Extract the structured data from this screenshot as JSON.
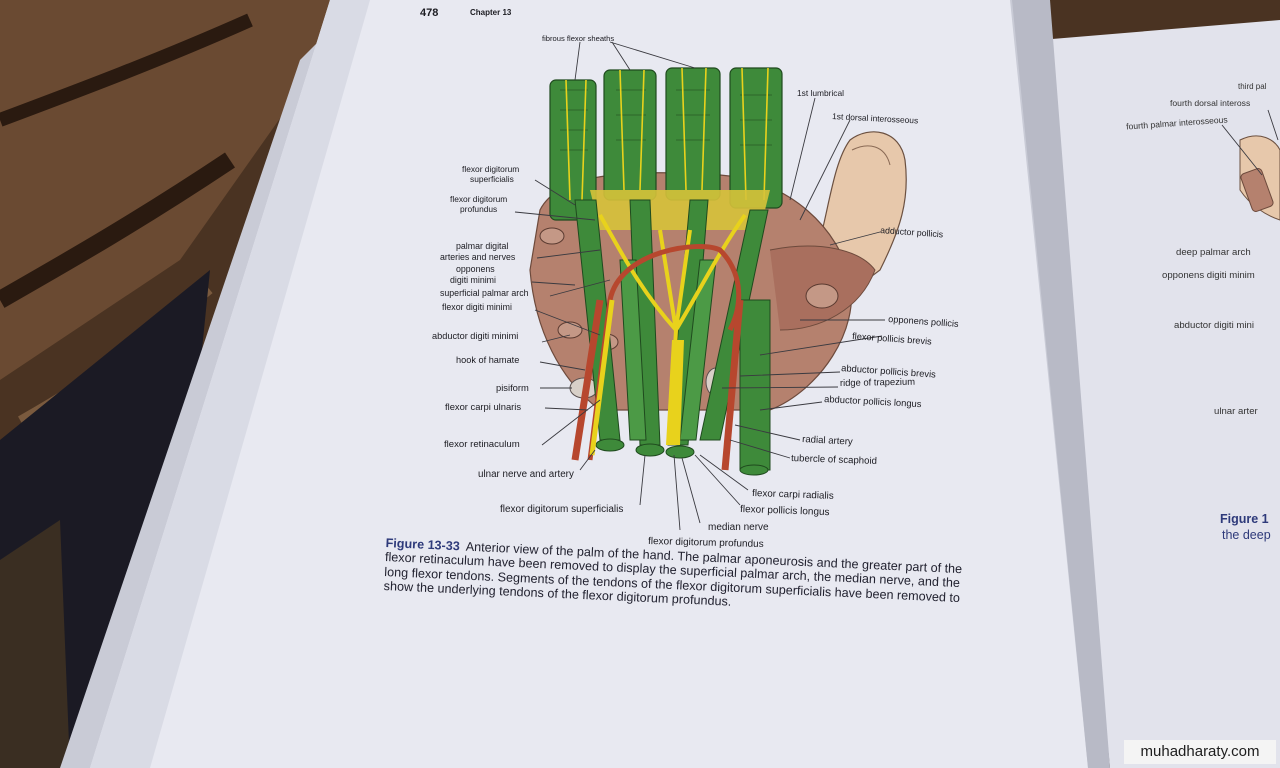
{
  "page": {
    "number": "478",
    "chapter": "Chapter 13"
  },
  "figure": {
    "labels": {
      "fibrous_flexor_sheaths": "fibrous flexor sheaths",
      "first_lumbrical": "1st lumbrical",
      "first_dorsal_interosseous": "1st dorsal interosseous",
      "fds_1": "flexor digitorum",
      "fds_2": "superficialis",
      "fdp_1": "flexor digitorum",
      "fdp_2": "profundus",
      "abductor_pollicis": "adductor pollicis",
      "palmar_digital_1": "palmar digital",
      "palmar_digital_2": "arteries and nerves",
      "opponens_dm_1": "opponens",
      "opponens_dm_2": "digiti minimi",
      "superficial_palmar_arch": "superficial palmar arch",
      "flexor_digiti_minimi": "flexor digiti minimi",
      "opponens_pollicis": "opponens pollicis",
      "flexor_pollicis_brevis": "flexor pollicis brevis",
      "abductor_digiti_minimi": "abductor digiti minimi",
      "hook_of_hamate": "hook of hamate",
      "abductor_pollicis_brevis": "abductor pollicis brevis",
      "ridge_of_trapezium": "ridge of trapezium",
      "pisiform": "pisiform",
      "abductor_pollicis_longus": "abductor pollicis longus",
      "flexor_carpi_ulnaris": "flexor carpi ulnaris",
      "radial_artery": "radial artery",
      "flexor_retinaculum": "flexor retinaculum",
      "tubercle_of_scaphoid": "tubercle of scaphoid",
      "ulnar_nerve_artery": "ulnar nerve and artery",
      "flexor_carpi_radialis": "flexor carpi radialis",
      "flexor_digitorum_superficialis": "flexor digitorum superficialis",
      "flexor_pollicis_longus": "flexor pollicis longus",
      "median_nerve": "median nerve",
      "flexor_digitorum_profundus": "flexor digitorum profundus"
    }
  },
  "caption": {
    "figure_number": "Figure 13-33",
    "text": "Anterior view of the palm of the hand. The palmar aponeurosis and the greater part of the flexor retinaculum have been removed to display the superficial palmar arch, the median nerve, and the long flexor tendons. Segments of the tendons of the flexor digitorum superficialis have been removed to show the underlying tendons of the flexor digitorum profundus."
  },
  "right_page": {
    "labels": [
      "third pal",
      "fourth dorsal inteross",
      "fourth palmar interosseous",
      "deep palmar arch",
      "opponens digiti minim",
      "abductor digiti mini",
      "ulnar arter"
    ],
    "figure_fragment": "Figure 1",
    "caption_fragment": "the deep"
  },
  "watermark": "muhadharaty.com",
  "colors": {
    "page": "#e8e9f1",
    "tendon": "#3e8a3a",
    "nerve": "#e8d21c",
    "artery": "#b7472e",
    "muscle": "#b5816e",
    "skin": "#e7c8ab",
    "figure_title": "#2e3a7a"
  }
}
